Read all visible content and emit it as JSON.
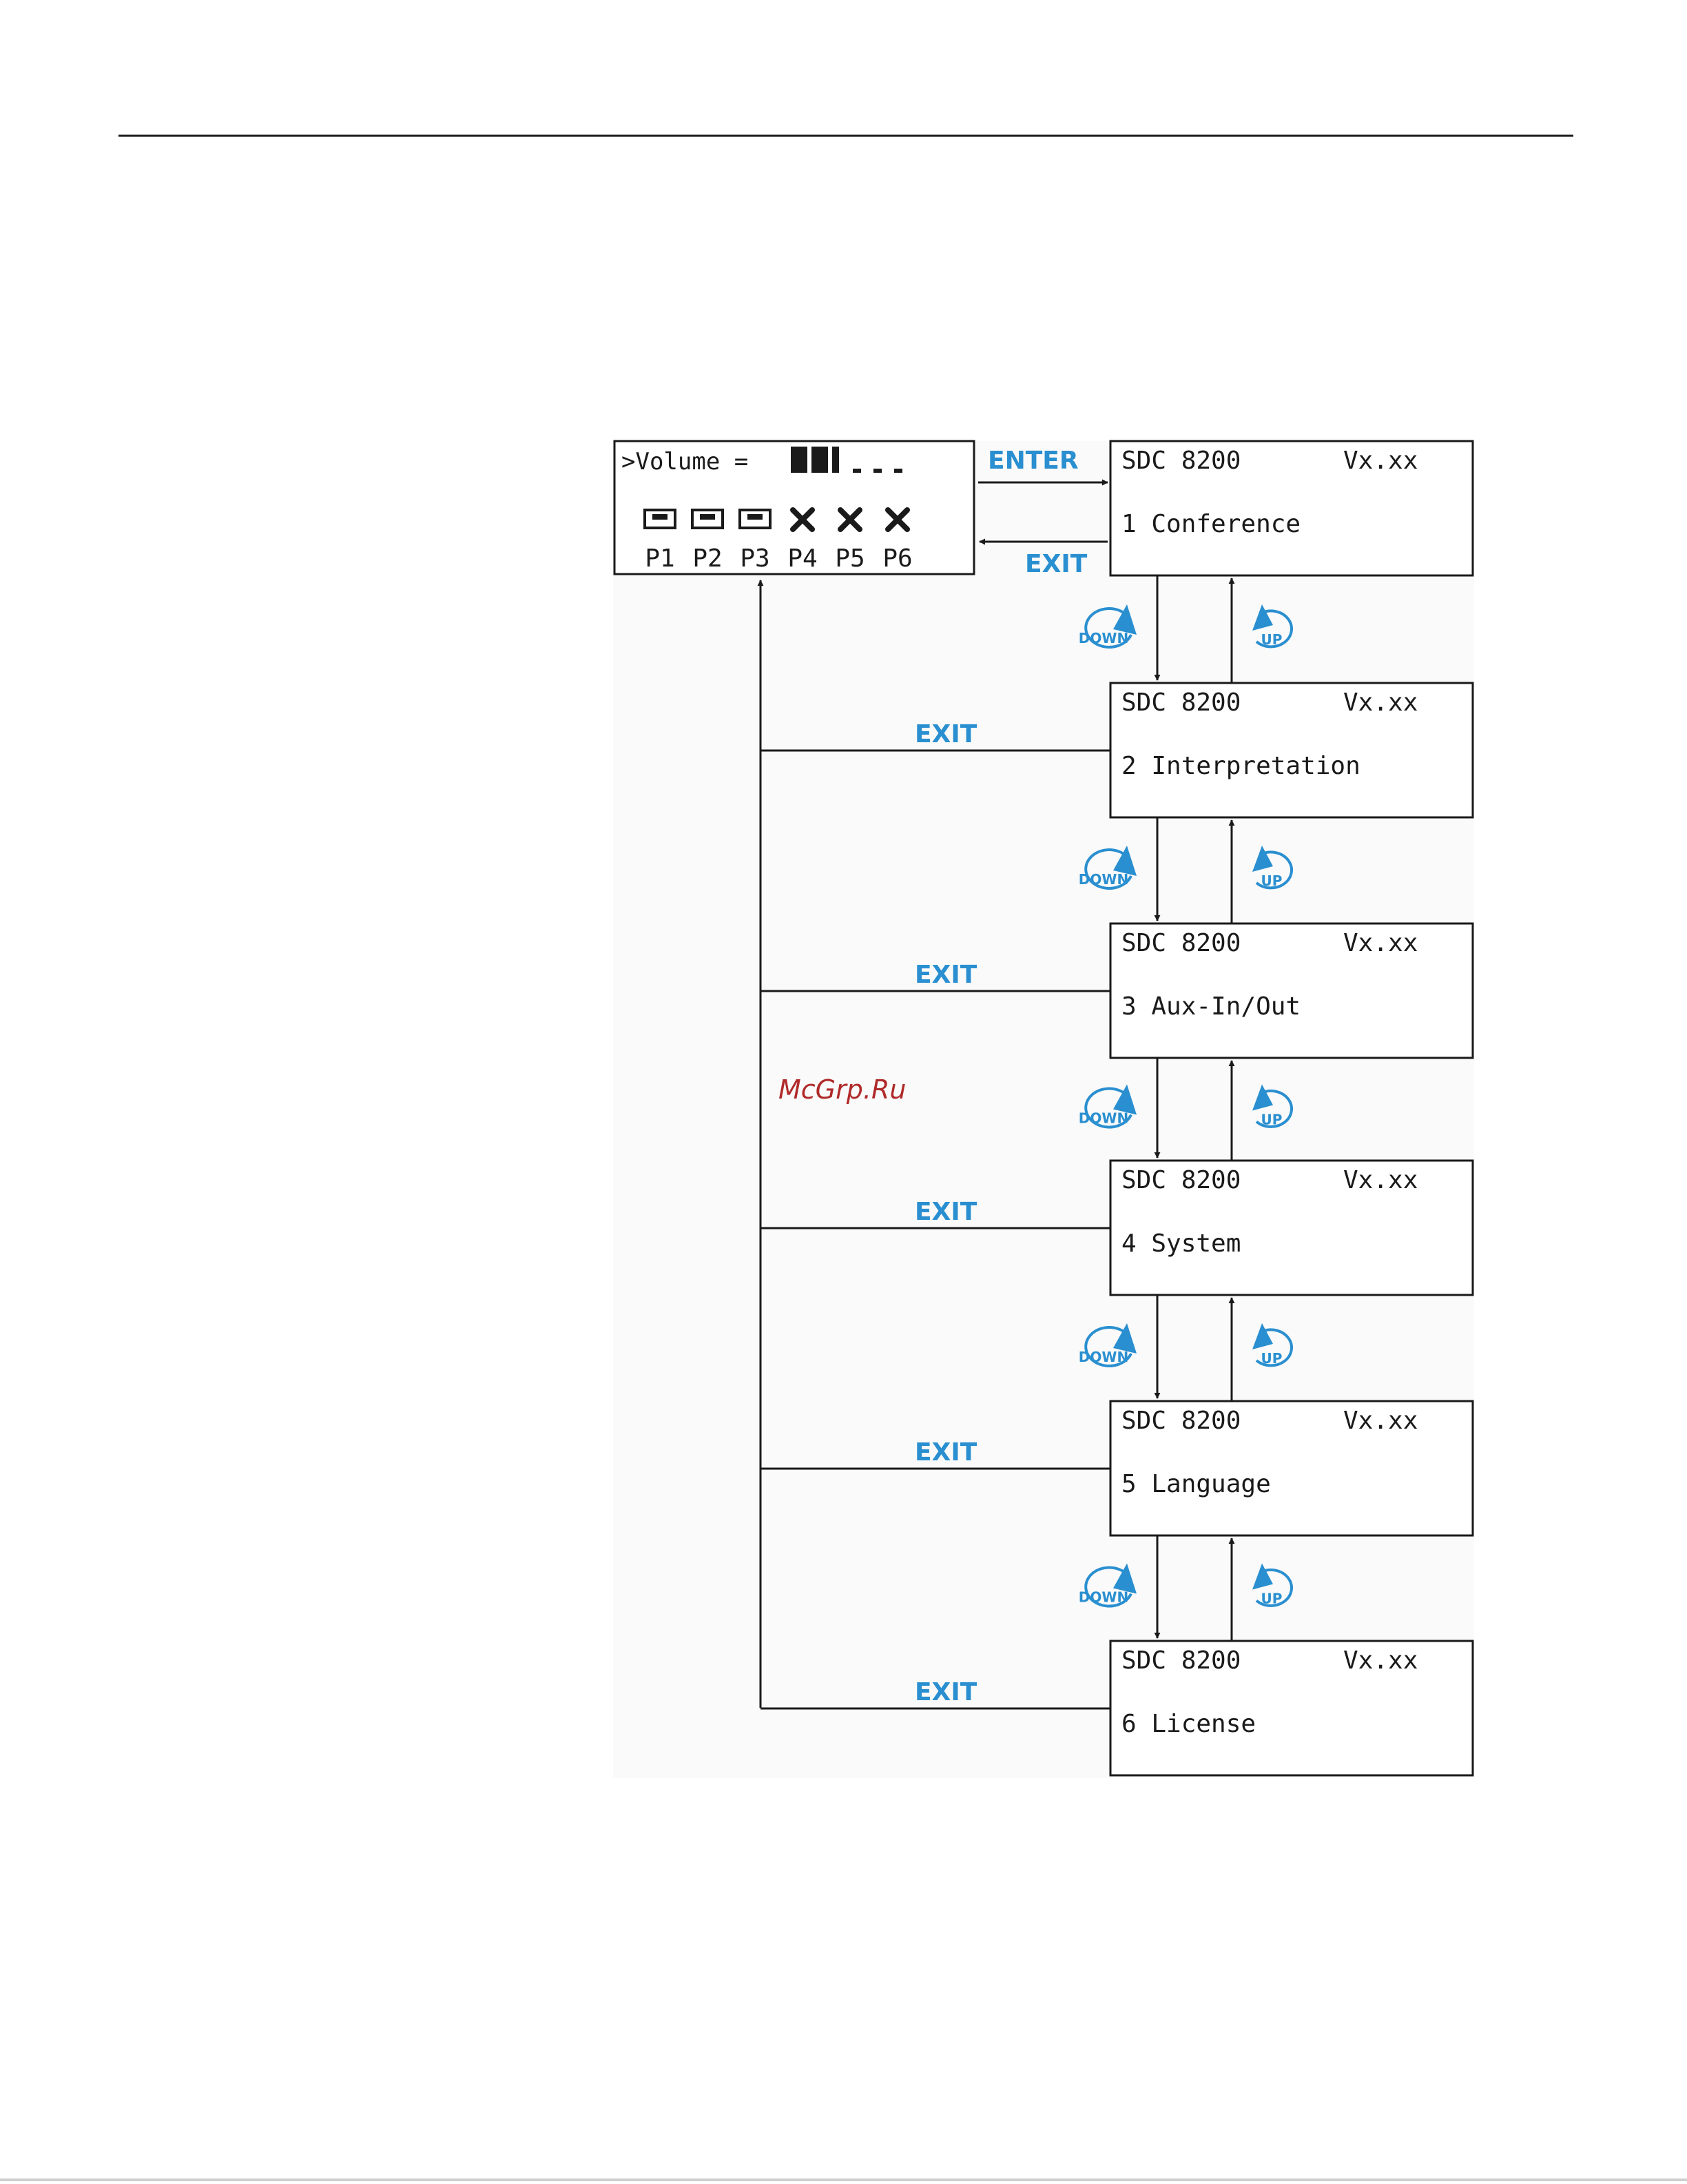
{
  "volume_screen": {
    "volume_label": ">Volume =",
    "volume_level": 0.5,
    "priority_slots": [
      {
        "label": "P1",
        "state": "active"
      },
      {
        "label": "P2",
        "state": "active"
      },
      {
        "label": "P3",
        "state": "active"
      },
      {
        "label": "P4",
        "state": "off"
      },
      {
        "label": "P5",
        "state": "off"
      },
      {
        "label": "P6",
        "state": "off"
      }
    ]
  },
  "transitions": {
    "enter_label": "ENTER",
    "exit_label": "EXIT",
    "down_label": "DOWN",
    "up_label": "UP"
  },
  "menus": [
    {
      "header": "SDC 8200",
      "version": "Vx.xx",
      "item": "1 Conference"
    },
    {
      "header": "SDC 8200",
      "version": "Vx.xx",
      "item": "2 Interpretation"
    },
    {
      "header": "SDC 8200",
      "version": "Vx.xx",
      "item": "3 Aux-In/Out"
    },
    {
      "header": "SDC 8200",
      "version": "Vx.xx",
      "item": "4 System"
    },
    {
      "header": "SDC 8200",
      "version": "Vx.xx",
      "item": "5 Language"
    },
    {
      "header": "SDC 8200",
      "version": "Vx.xx",
      "item": "6 License"
    }
  ],
  "watermark": "McGrp.Ru",
  "colors": {
    "accent": "#2a8fd0",
    "line": "#1a1a1a",
    "watermark": "#b02a2a"
  }
}
